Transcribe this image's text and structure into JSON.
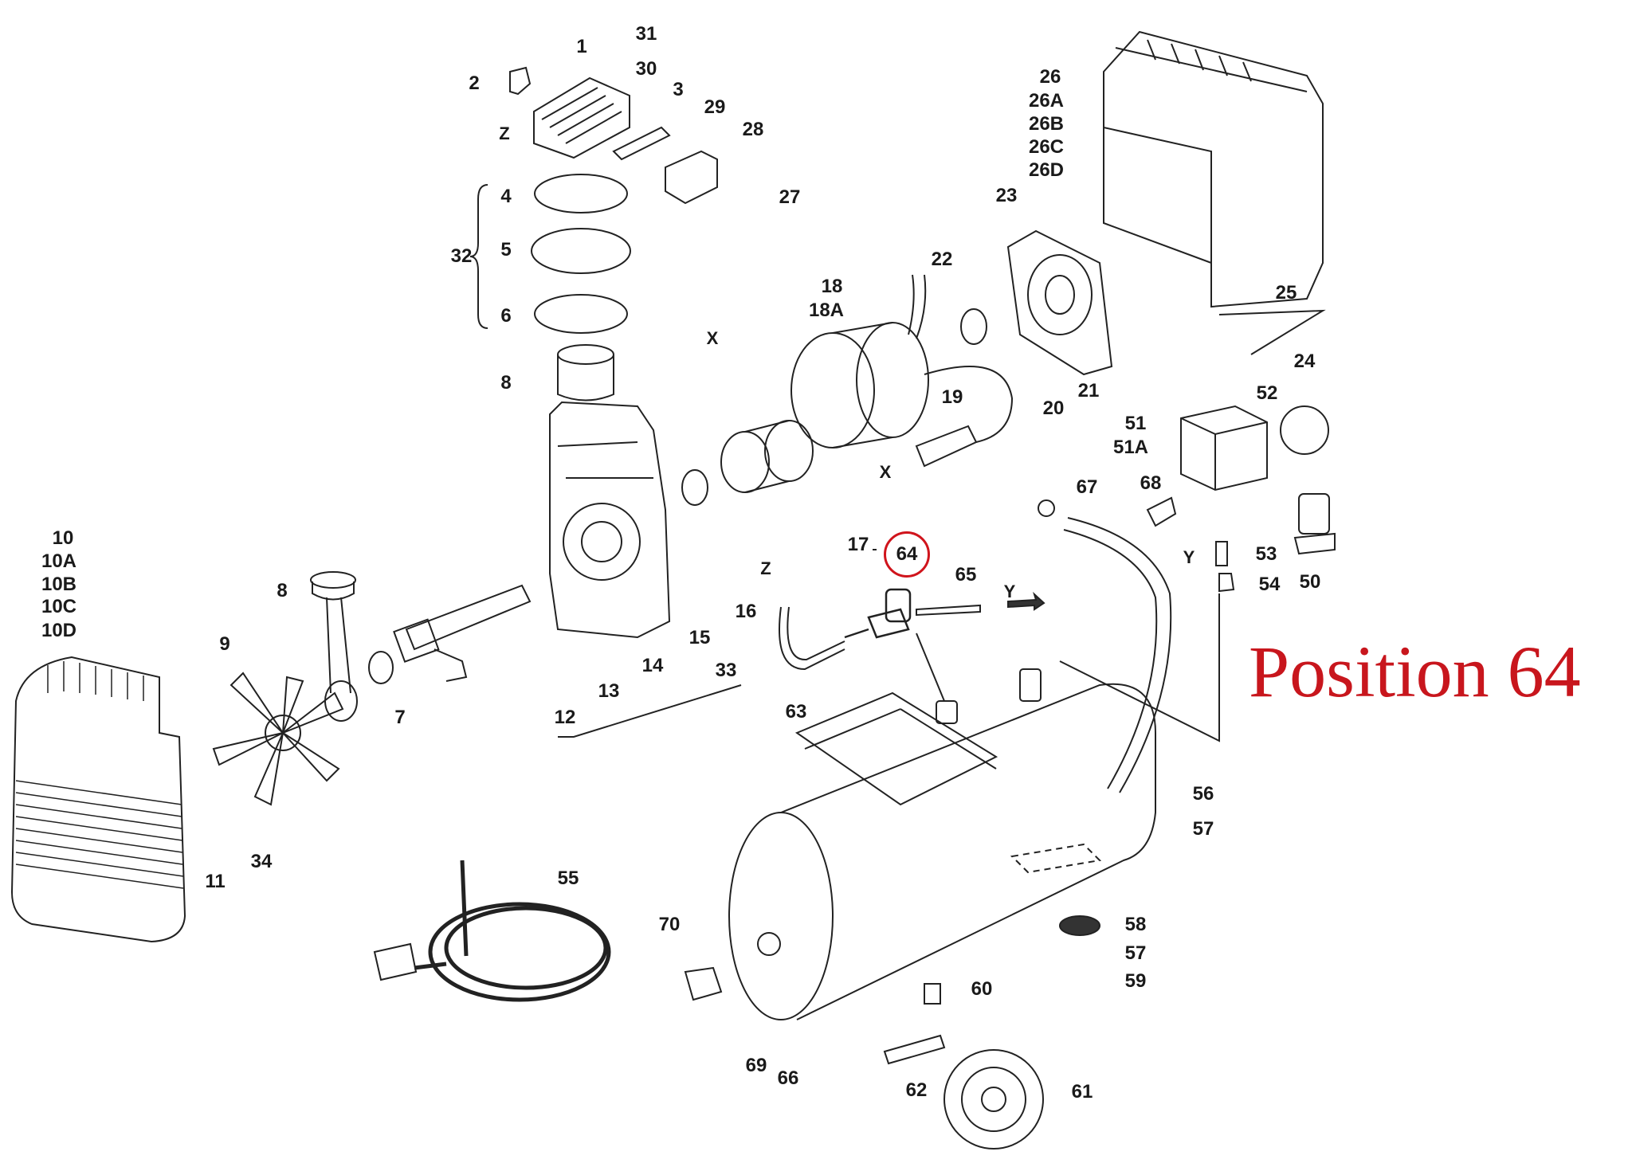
{
  "caption": "Position 64",
  "highlight_color": "#c8161d",
  "highlighted_part": "64",
  "part_labels": [
    "1",
    "31",
    "30",
    "2",
    "3",
    "29",
    "28",
    "27",
    "4",
    "32",
    "5",
    "6",
    "8",
    "26",
    "26A",
    "26B",
    "26C",
    "26D",
    "23",
    "22",
    "18",
    "18A",
    "25",
    "24",
    "21",
    "20",
    "19",
    "52",
    "51",
    "51A",
    "67",
    "68",
    "17",
    "64",
    "10",
    "10A",
    "10B",
    "10C",
    "10D",
    "53",
    "50",
    "54",
    "65",
    "16",
    "15",
    "8",
    "9",
    "13",
    "14",
    "33",
    "7",
    "12",
    "63",
    "11",
    "34",
    "55",
    "56",
    "57",
    "58",
    "57",
    "59",
    "70",
    "60",
    "69",
    "66",
    "62",
    "61"
  ],
  "axis_markers": [
    "Z",
    "X",
    "X",
    "Y",
    "Z",
    "Y"
  ]
}
